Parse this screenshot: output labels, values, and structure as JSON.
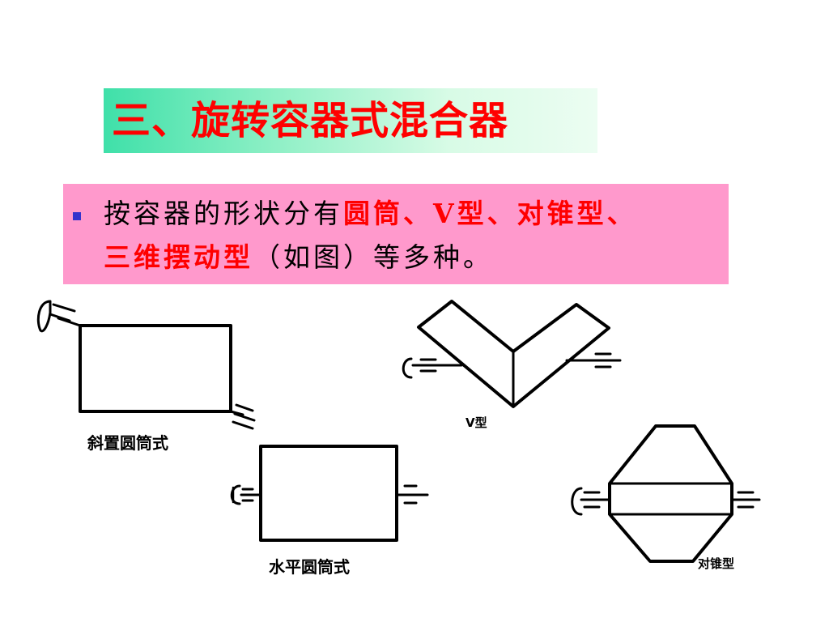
{
  "slide": {
    "title": "三、旋转容器式混合器",
    "bullet": {
      "line1_plain": "按容器的形状分有",
      "line1_red": "圆筒、V型、对锥型、",
      "line2_red": "三维摆动型",
      "line2_plain": "（如图）等多种。"
    }
  },
  "figures": {
    "inclined_cylinder_label": "斜置圆筒式",
    "horizontal_cylinder_label": "水平圆筒式",
    "v_type_label": "V型",
    "double_cone_label": "对锥型"
  },
  "colors": {
    "title_text": "#ff0000",
    "title_bg": "#3fe0a9",
    "bullet_bg": "#ff99cc",
    "bullet_mark": "#3333cc",
    "highlight": "#ff0000"
  }
}
